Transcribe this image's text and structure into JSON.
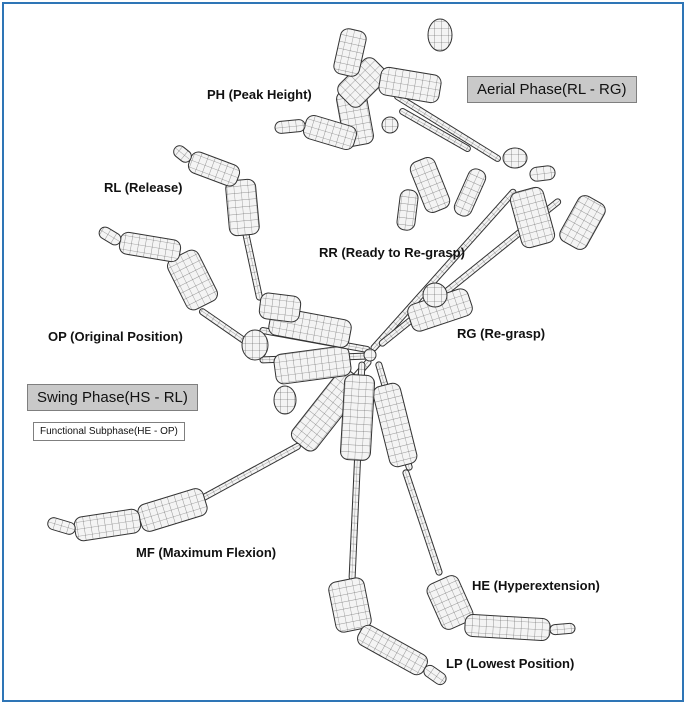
{
  "diagram": {
    "phases": {
      "aerial": "Aerial Phase(RL - RG)",
      "swing": "Swing Phase(HS - RL)",
      "functional_subphase": "Functional Subphase(HE - OP)"
    },
    "poses": [
      {
        "key": "ph",
        "label": "PH (Peak Height)"
      },
      {
        "key": "rl",
        "label": "RL (Release)"
      },
      {
        "key": "rr",
        "label": "RR (Ready to Re-grasp)"
      },
      {
        "key": "op",
        "label": "OP (Original Position)"
      },
      {
        "key": "rg",
        "label": "RG (Re-grasp)"
      },
      {
        "key": "mf",
        "label": "MF (Maximum Flexion)"
      },
      {
        "key": "he",
        "label": "HE (Hyperextension)"
      },
      {
        "key": "lp",
        "label": "LP (Lowest Position)"
      }
    ],
    "colors": {
      "frame": "#2e75b6",
      "phase_box": "#c9c9c9",
      "mesh_fill": "#f2f2f2",
      "mesh_line": "#333333"
    }
  }
}
